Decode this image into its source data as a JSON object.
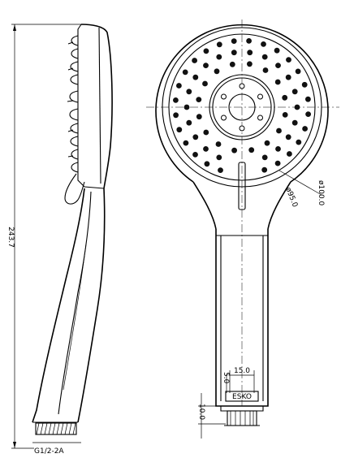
{
  "dimensions": {
    "overall_length": "243.7",
    "thread": "G1/2-2A",
    "outer_diameter": "ø100.0",
    "inner_diameter": "ø95.0",
    "slot_width": "15.0",
    "slot_height": "5.0",
    "neck_length": "10.0"
  },
  "markings": {
    "brand": "ESKO"
  }
}
